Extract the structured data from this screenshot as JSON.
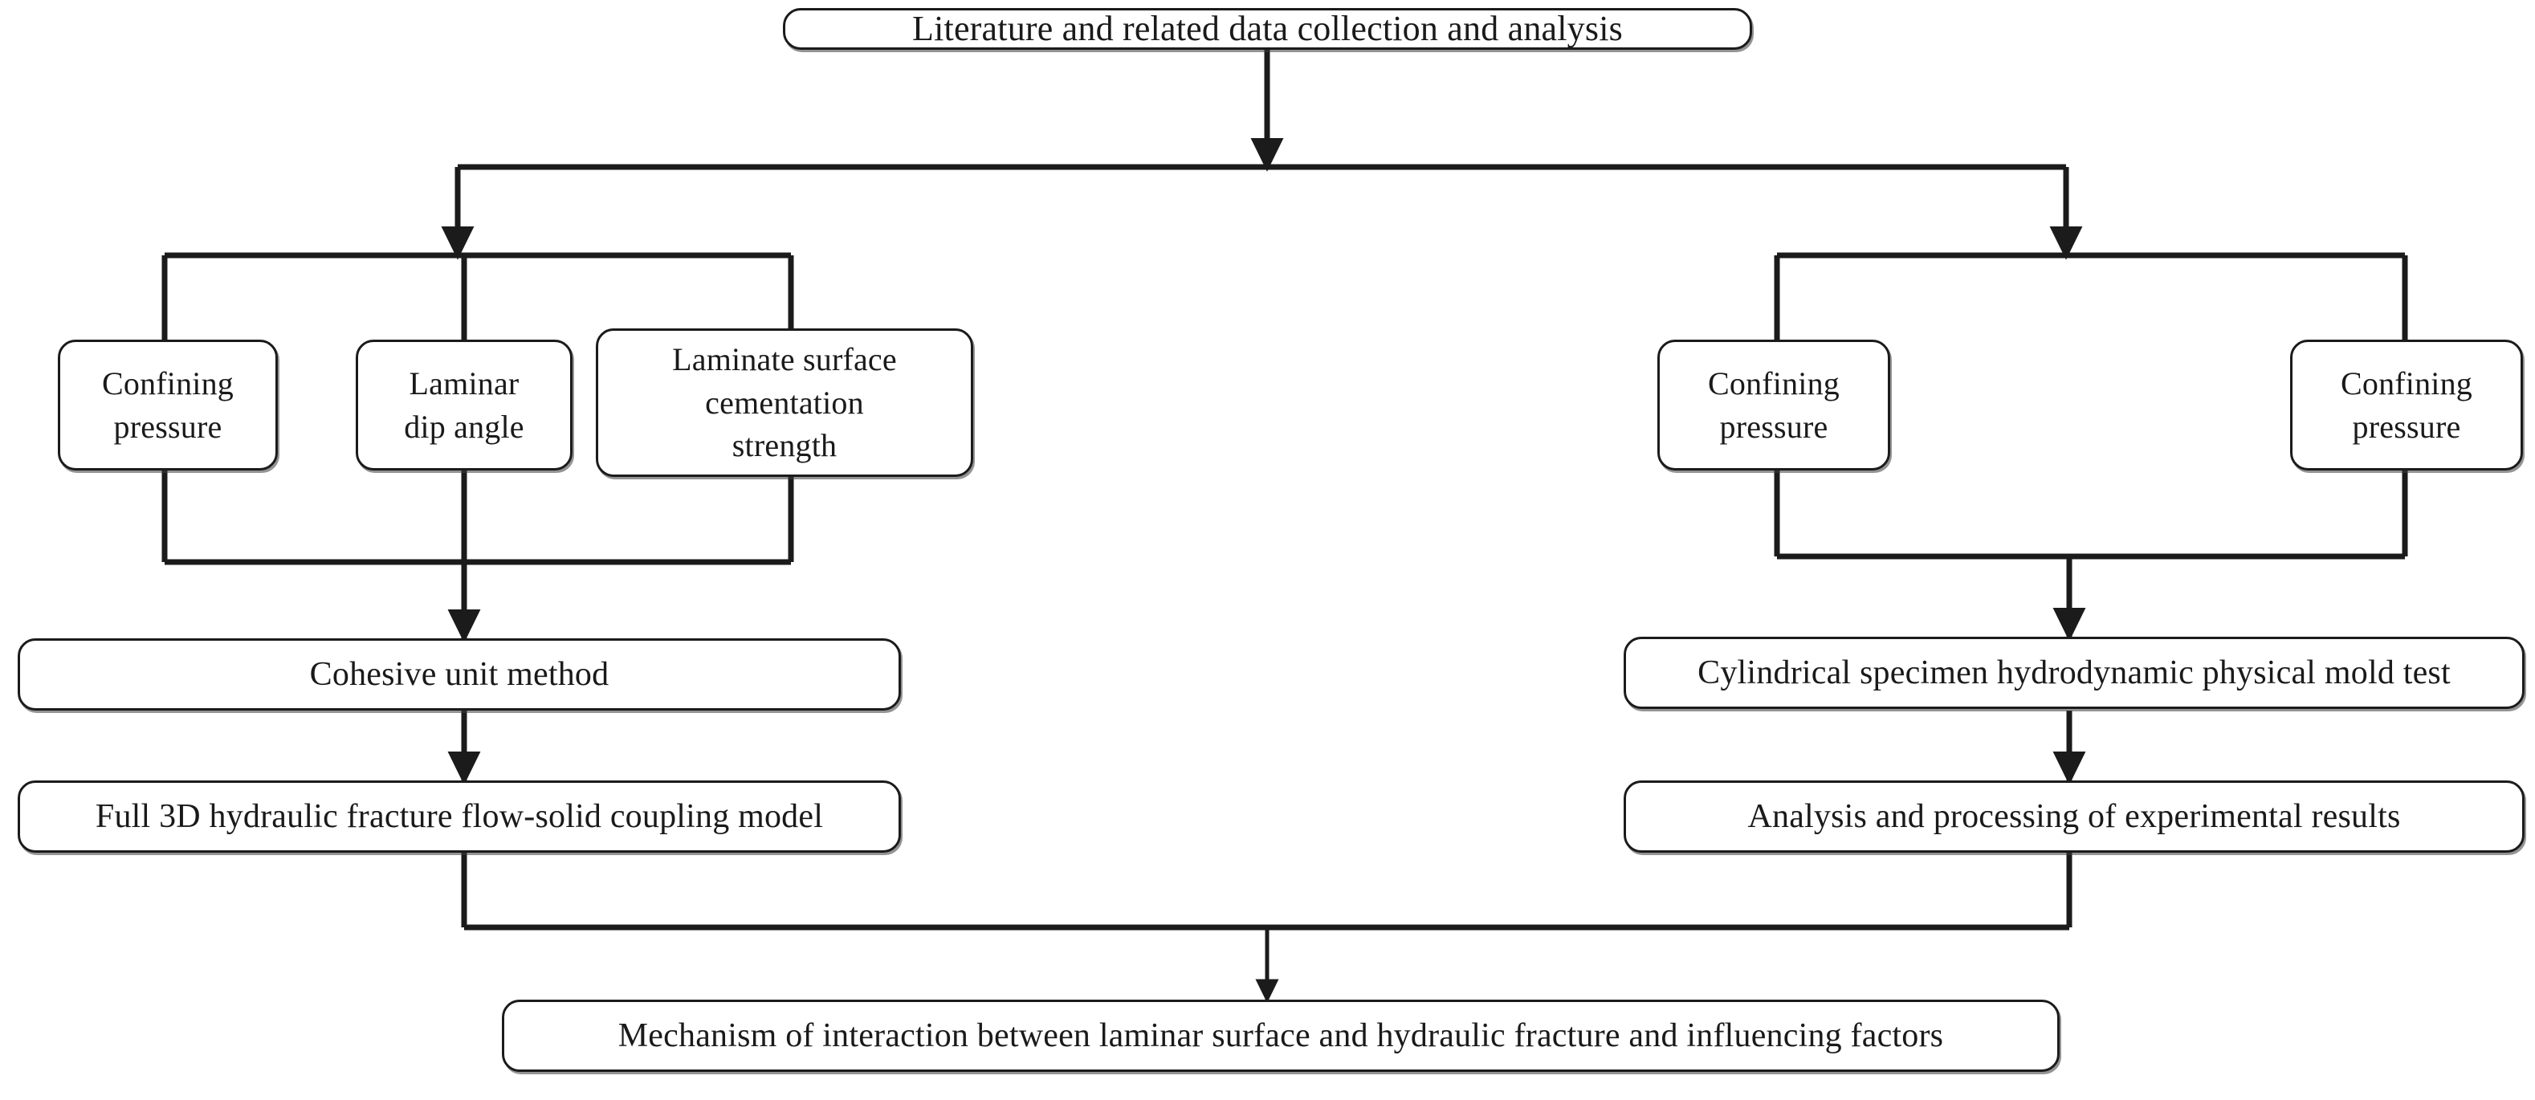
{
  "diagram": {
    "title": "Research technical route flowchart",
    "colors": {
      "stroke": "#1b1b1b",
      "fill": "#ffffff",
      "text": "#1a1a1a",
      "shadow": "#3c3c3c"
    },
    "nodes": {
      "top": {
        "label": "Literature and related data collection and analysis"
      },
      "left_factor_1": {
        "label": "Confining\npressure"
      },
      "left_factor_2": {
        "label": "Laminar\ndip angle"
      },
      "left_factor_3": {
        "label": "Laminate surface\ncementation\nstrength"
      },
      "right_factor_1": {
        "label": "Confining\npressure"
      },
      "right_factor_2": {
        "label": "Confining\npressure"
      },
      "left_method": {
        "label": "Cohesive unit method"
      },
      "right_method": {
        "label": "Cylindrical specimen hydrodynamic physical mold test"
      },
      "left_model": {
        "label": "Full 3D hydraulic fracture flow-solid coupling model"
      },
      "right_result": {
        "label": "Analysis and processing of experimental results"
      },
      "conclusion": {
        "label": "Mechanism of interaction between laminar surface and hydraulic fracture and influencing factors"
      }
    }
  },
  "chart_data": {
    "type": "diagram",
    "orientation": "top-down",
    "title": "Literature and related data collection and analysis",
    "nodes": [
      {
        "id": "top",
        "label": "Literature and related data collection and analysis",
        "level": 0,
        "branch": "root"
      },
      {
        "id": "left_factor_1",
        "label": "Confining pressure",
        "level": 1,
        "branch": "left"
      },
      {
        "id": "left_factor_2",
        "label": "Laminar dip angle",
        "level": 1,
        "branch": "left"
      },
      {
        "id": "left_factor_3",
        "label": "Laminate surface cementation strength",
        "level": 1,
        "branch": "left"
      },
      {
        "id": "right_factor_1",
        "label": "Confining pressure",
        "level": 1,
        "branch": "right"
      },
      {
        "id": "right_factor_2",
        "label": "Confining pressure",
        "level": 1,
        "branch": "right"
      },
      {
        "id": "left_method",
        "label": "Cohesive unit method",
        "level": 2,
        "branch": "left"
      },
      {
        "id": "right_method",
        "label": "Cylindrical specimen hydrodynamic physical mold test",
        "level": 2,
        "branch": "right"
      },
      {
        "id": "left_model",
        "label": "Full 3D hydraulic fracture flow-solid coupling model",
        "level": 3,
        "branch": "left"
      },
      {
        "id": "right_result",
        "label": "Analysis and processing of experimental results",
        "level": 3,
        "branch": "right"
      },
      {
        "id": "conclusion",
        "label": "Mechanism of interaction between laminar surface and hydraulic fracture and influencing factors",
        "level": 4,
        "branch": "merge"
      }
    ],
    "edges": [
      {
        "from": "top",
        "to": "left_branch_bus",
        "style": "orthogonal-arrow"
      },
      {
        "from": "top",
        "to": "right_branch_bus",
        "style": "orthogonal-arrow"
      },
      {
        "from": "left_branch_bus",
        "to": "left_factor_1",
        "style": "orthogonal"
      },
      {
        "from": "left_branch_bus",
        "to": "left_factor_2",
        "style": "orthogonal"
      },
      {
        "from": "left_branch_bus",
        "to": "left_factor_3",
        "style": "orthogonal"
      },
      {
        "from": "left_factor_group",
        "to": "left_method",
        "style": "orthogonal-arrow"
      },
      {
        "from": "right_branch_bus",
        "to": "right_factor_1",
        "style": "orthogonal"
      },
      {
        "from": "right_branch_bus",
        "to": "right_factor_2",
        "style": "orthogonal"
      },
      {
        "from": "right_factor_group",
        "to": "right_method",
        "style": "orthogonal-arrow"
      },
      {
        "from": "left_method",
        "to": "left_model",
        "style": "arrow"
      },
      {
        "from": "right_method",
        "to": "right_result",
        "style": "arrow"
      },
      {
        "from": "left_model",
        "to": "conclusion",
        "style": "orthogonal-arrow"
      },
      {
        "from": "right_result",
        "to": "conclusion",
        "style": "orthogonal-arrow"
      }
    ]
  }
}
